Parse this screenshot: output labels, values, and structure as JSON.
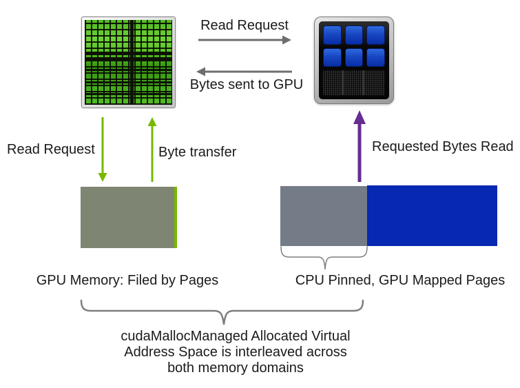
{
  "colors": {
    "nvidia_green": "#76b900",
    "purple": "#662d91",
    "arrow_gray": "#6e6e6e",
    "olive_block": "#7e8572",
    "gray_block": "#747c88",
    "blue_block": "#0628b2",
    "text": "#1a1a1a"
  },
  "top_flow": {
    "read_request_label": "Read Request",
    "bytes_sent_label": "Bytes sent to GPU"
  },
  "left_flow": {
    "read_request_label": "Read Request",
    "byte_transfer_label": "Byte transfer"
  },
  "right_flow": {
    "requested_bytes_label": "Requested Bytes Read"
  },
  "blocks": {
    "gpu_memory_label": "GPU Memory: Filed by Pages",
    "cpu_pinned_label": "CPU Pinned, GPU Mapped Pages"
  },
  "caption": {
    "line1": "cudaMallocManaged Allocated Virtual",
    "line2": "Address Space is interleaved across",
    "line3": "both memory domains"
  }
}
